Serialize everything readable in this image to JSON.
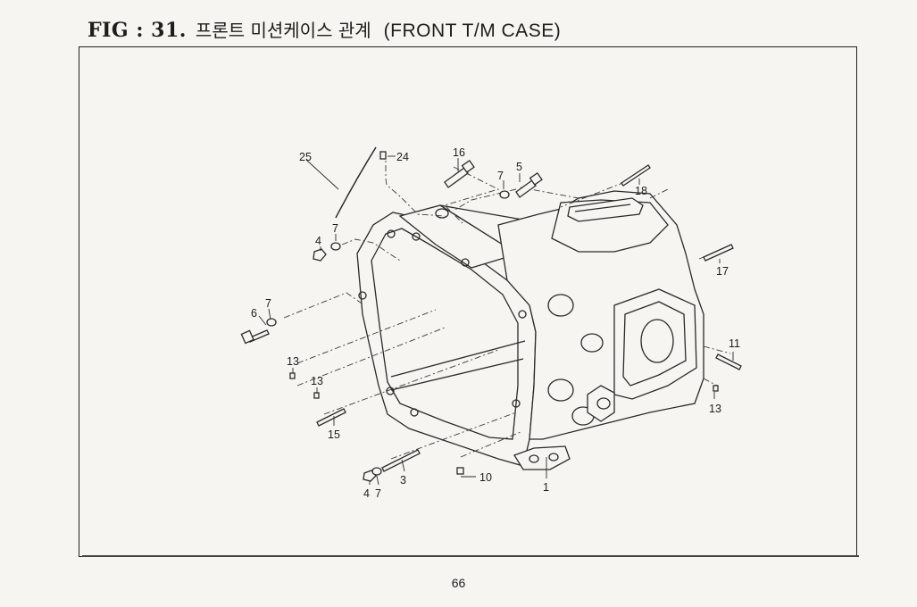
{
  "header": {
    "fig_label": "FIG : 31.",
    "title_korean": "프론트 미션케이스 관계",
    "title_english": "(FRONT T/M CASE)"
  },
  "callouts": {
    "c1": "1",
    "c3": "3",
    "c4a": "4",
    "c4b": "4",
    "c5": "5",
    "c6": "6",
    "c7a": "7",
    "c7b": "7",
    "c7c": "7",
    "c7d": "7",
    "c10": "10",
    "c11": "11",
    "c13a": "13",
    "c13b": "13",
    "c13c": "13",
    "c15": "15",
    "c16": "16",
    "c17": "17",
    "c18": "18",
    "c24": "24",
    "c25": "25"
  },
  "footer": {
    "page_number": "66"
  }
}
